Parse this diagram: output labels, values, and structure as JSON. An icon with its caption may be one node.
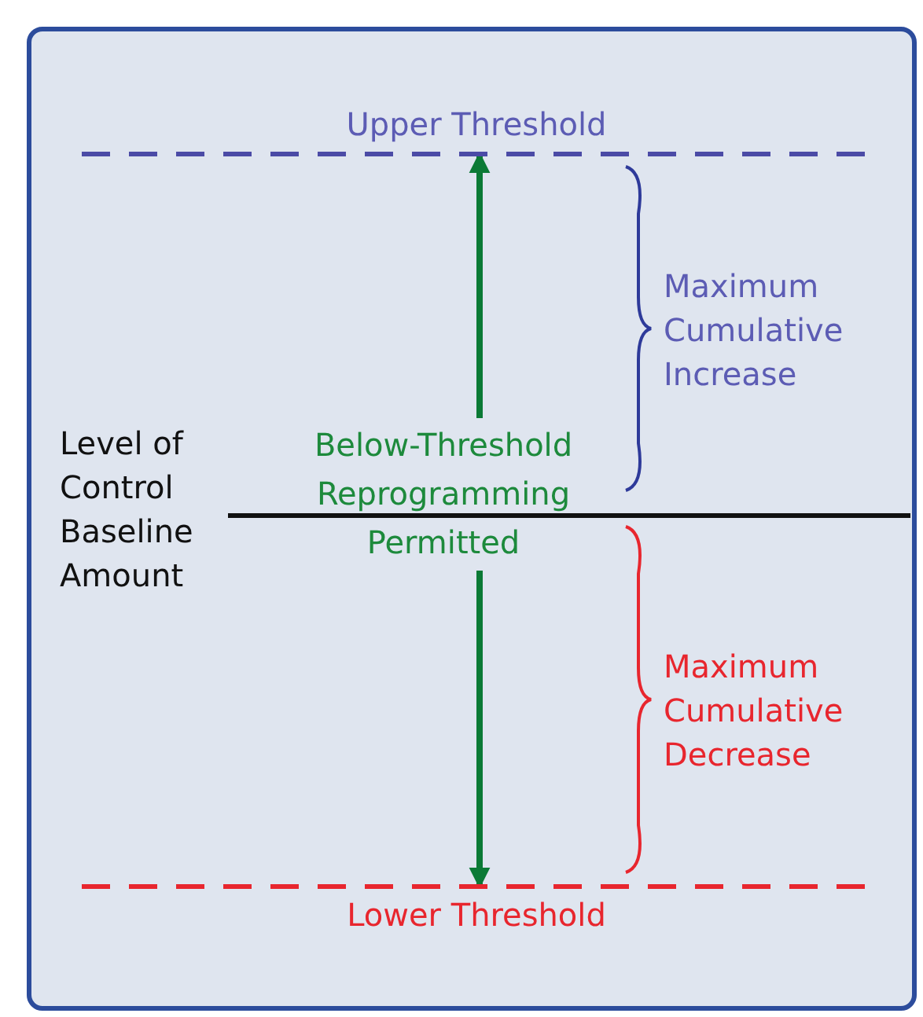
{
  "diagram": {
    "nodes": [
      {
        "text": [
          "Upper Threshold"
        ]
      },
      {
        "text": [
          "Lower Threshold"
        ]
      },
      {
        "text": [
          "Below-Threshold Reprogramming Permitted"
        ]
      }
    ],
    "edges": [
      {
        "from": 2,
        "to": 0,
        "arrow": "to"
      },
      {
        "from": 2,
        "to": 1,
        "arrow": "to"
      }
    ],
    "labels": [
      "Level of Control Baseline Amount",
      "Maximum Cumulative Increase",
      "Maximum Cumulative Decrease"
    ]
  }
}
